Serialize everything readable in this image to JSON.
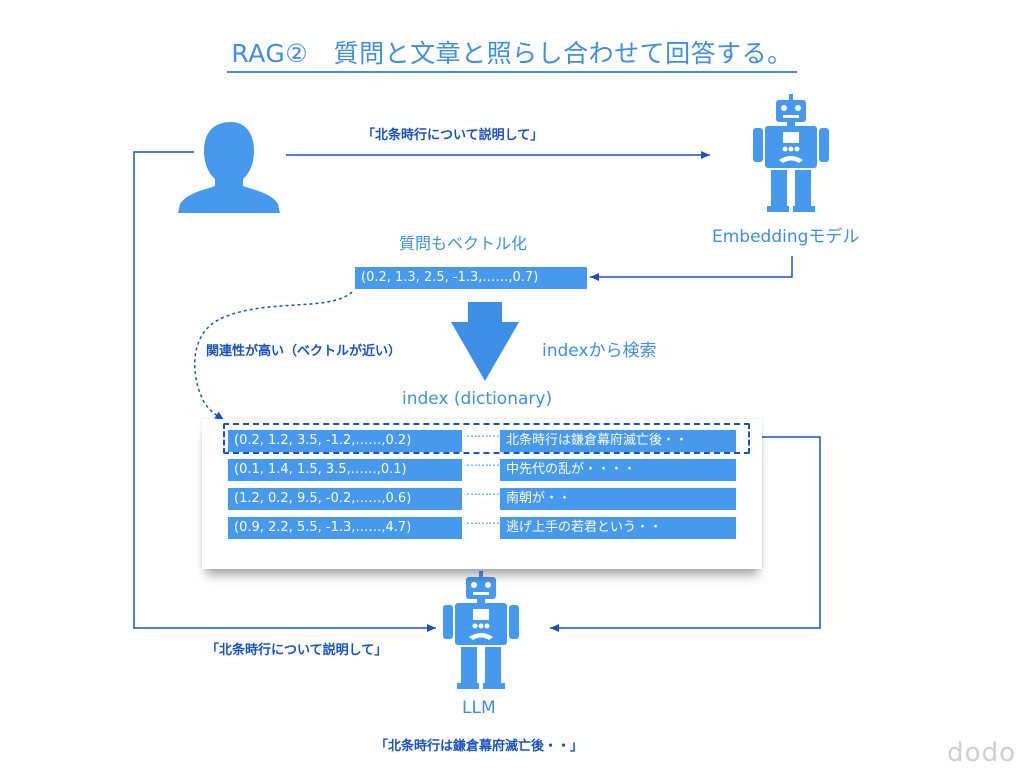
{
  "title": "RAG②　質問と文章と照らし合わせて回答する。",
  "query_text_top": "「北条時行について説明して」",
  "query_text_bottom": "「北条時行について説明して」",
  "embedding_model_label": "Embeddingモデル",
  "vectorize_label": "質問もベクトル化",
  "query_vector": "(0.2, 1.3, 2.5, -1.3,……,0.7)",
  "search_label": "indexから検索",
  "relevance_label": "関連性が高い（ベクトルが近い）",
  "index_label": "index (dictionary)",
  "index_rows": [
    {
      "vector": "(0.2, 1.2, 3.5, -1.2,……,0.2)",
      "dots": "………",
      "text": "北条時行は鎌倉幕府滅亡後・・"
    },
    {
      "vector": "(0.1, 1.4, 1.5,  3.5,……,0.1)",
      "dots": "………",
      "text": "中先代の乱が・・・・"
    },
    {
      "vector": "(1.2, 0.2, 9.5, -0.2,……,0.6)",
      "dots": "………",
      "text": "南朝が・・"
    },
    {
      "vector": "(0.9, 2.2, 5.5, -1.3,……,4.7)",
      "dots": "………",
      "text": "逃げ上手の若君という・・"
    }
  ],
  "llm_label": "LLM",
  "answer_text": "「北条時行は鎌倉幕府滅亡後・・」",
  "watermark": "dodo",
  "colors": {
    "accent": "#3f8ee6",
    "dark_blue": "#1a52c4",
    "box_fill": "#4799ee"
  }
}
